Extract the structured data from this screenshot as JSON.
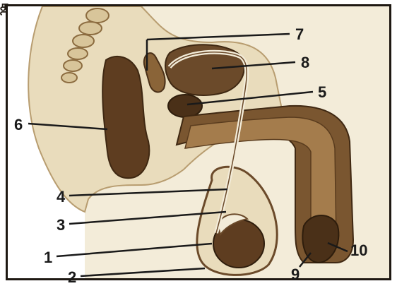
{
  "corner_glyph": "த",
  "labels": [
    {
      "id": "1",
      "text": "1"
    },
    {
      "id": "2",
      "text": "2"
    },
    {
      "id": "3",
      "text": "3"
    },
    {
      "id": "4",
      "text": "4"
    },
    {
      "id": "5",
      "text": "5"
    },
    {
      "id": "6",
      "text": "6"
    },
    {
      "id": "7",
      "text": "7"
    },
    {
      "id": "8",
      "text": "8"
    },
    {
      "id": "9",
      "text": "9"
    },
    {
      "id": "10",
      "text": "10"
    }
  ],
  "colors": {
    "background": "#f3ecd9",
    "tissue_light": "#e6d7b2",
    "tissue_mid": "#c9b085",
    "organ_dark": "#6b4a2a",
    "organ_darker": "#4a3018",
    "border": "#1e1812"
  }
}
